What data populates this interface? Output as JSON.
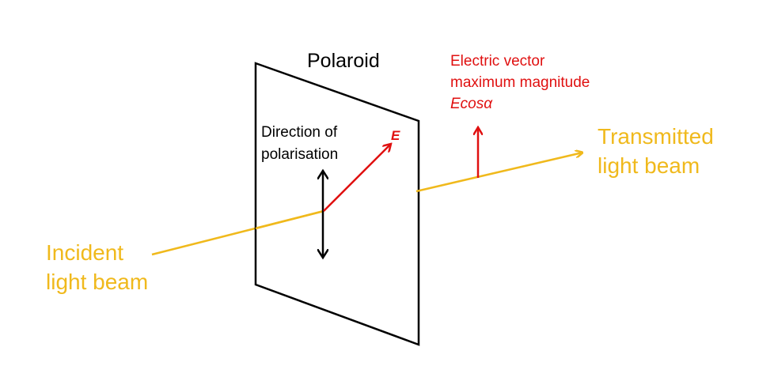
{
  "colors": {
    "beam": "#f0b91c",
    "vector": "#e01010",
    "frame": "#000000",
    "background": "#ffffff"
  },
  "polaroid": {
    "title": "Polaroid"
  },
  "polarisation": {
    "line1": "Direction of",
    "line2": "polarisation"
  },
  "electric_vector": {
    "symbol": "E",
    "label_line1": "Electric vector",
    "label_line2": "maximum magnitude",
    "label_line3": "Ecosα"
  },
  "incident_beam": {
    "line1": "Incident",
    "line2": "light beam"
  },
  "transmitted_beam": {
    "line1": "Transmitted",
    "line2": "light beam"
  }
}
